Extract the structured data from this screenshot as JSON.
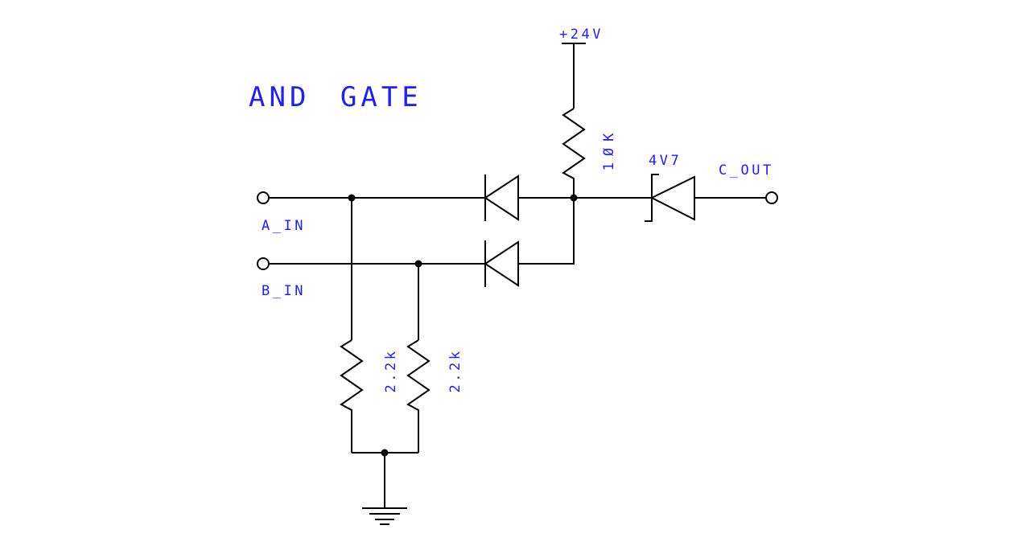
{
  "title": "AND GATE",
  "colors": {
    "label": "#2222e0",
    "wire": "#000000",
    "background": "#ffffff"
  },
  "power": {
    "label": "+24V"
  },
  "inputs": [
    {
      "label": "A_IN"
    },
    {
      "label": "B_IN"
    }
  ],
  "output": {
    "label": "C_OUT"
  },
  "components": {
    "pullup_resistor": {
      "label": "1ØK"
    },
    "zener_diode": {
      "label": "4V7"
    },
    "resistor_a": {
      "label": "2.2k"
    },
    "resistor_b": {
      "label": "2.2k"
    }
  }
}
